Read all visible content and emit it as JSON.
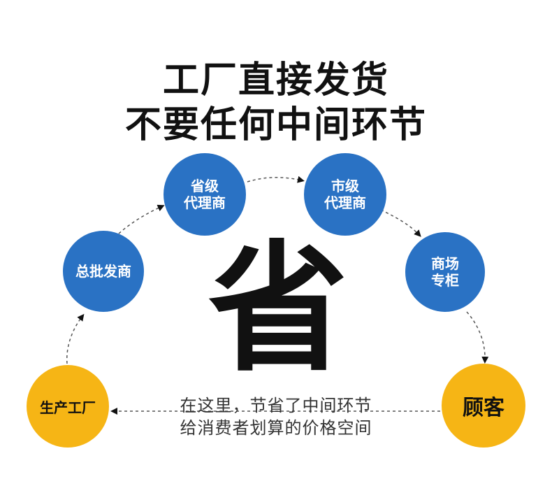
{
  "headline": {
    "line1": "工厂直接发货",
    "line2": "不要任何中间环节"
  },
  "nodes": {
    "province": [
      "省级",
      "代理商"
    ],
    "city": [
      "市级",
      "代理商"
    ],
    "wholesale": "总批发商",
    "mall": [
      "商场",
      "专柜"
    ],
    "factory": "生产工厂",
    "customer": "顾客"
  },
  "center_char": "省",
  "note": {
    "line1": "在这里，节省了中间环节",
    "line2": "给消费者划算的价格空间"
  },
  "colors": {
    "blue": "#2a72c4",
    "yellow": "#f6b515",
    "text": "#111111"
  }
}
